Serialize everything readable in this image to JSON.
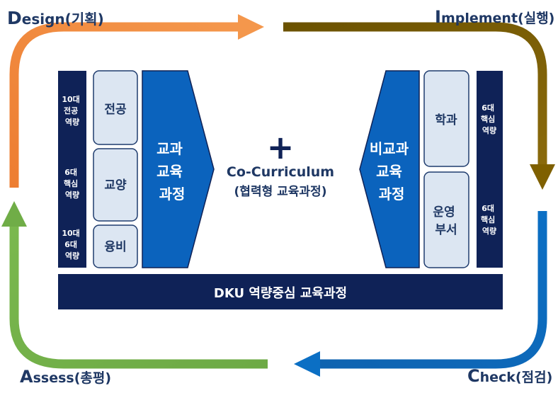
{
  "cycle": {
    "design": {
      "initial": "D",
      "rest": "esign(기획)"
    },
    "implement": {
      "initial": "I",
      "rest": "mplement(실행)"
    },
    "check": {
      "initial": "C",
      "rest": "heck(점검)"
    },
    "assess": {
      "initial": "A",
      "rest": "ssess(총평)"
    }
  },
  "left": {
    "sidebar": [
      [
        "10대",
        "전공",
        "역량"
      ],
      [
        "6대",
        "핵심",
        "역량"
      ],
      [
        "10대",
        "6대",
        "역량"
      ]
    ],
    "boxes": [
      "전공",
      "교양",
      "융비"
    ],
    "chevron": [
      "교과",
      "교육",
      "과정"
    ]
  },
  "center": {
    "plus": "+",
    "title": "Co-Curriculum",
    "subtitle": "(협력형 교육과정)"
  },
  "right": {
    "chevron": [
      "비교과",
      "교육",
      "과정"
    ],
    "boxes": [
      [
        "학과"
      ],
      [
        "운영",
        "부서"
      ]
    ],
    "sidebar": [
      [
        "6대",
        "핵심",
        "역량"
      ],
      [
        "6대",
        "핵심",
        "역량"
      ]
    ]
  },
  "bottom_bar": "DKU 역량중심 교육과정",
  "colors": {
    "design": "#ED7D31",
    "implement": "#7F6000",
    "check": "#0070C0",
    "assess": "#70AD47",
    "navy": "#0F2257",
    "royal": "#0B63BD",
    "box_fill": "#DCE6F2",
    "box_stroke": "#1F3C6E",
    "title_text": "#1F3864"
  }
}
